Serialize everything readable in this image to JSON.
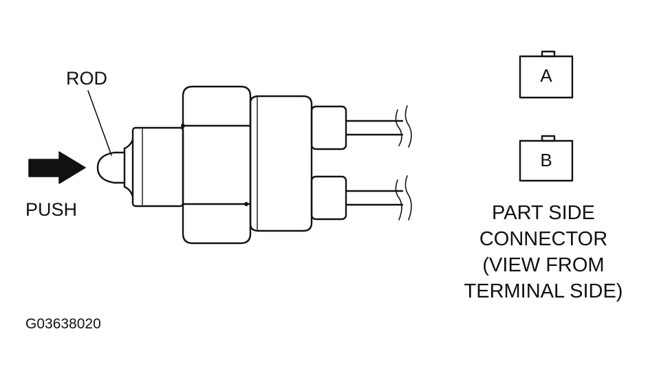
{
  "labels": {
    "rod": "ROD",
    "push": "PUSH",
    "figure_code": "G03638020"
  },
  "connector": {
    "terminal_a": "A",
    "terminal_b": "B",
    "caption_lines": [
      "PART SIDE",
      "CONNECTOR",
      "(VIEW FROM",
      "TERMINAL SIDE)"
    ]
  },
  "colors": {
    "ink": "#111111",
    "background": "#ffffff"
  },
  "icons": {
    "push_arrow": "right-arrow-icon"
  }
}
